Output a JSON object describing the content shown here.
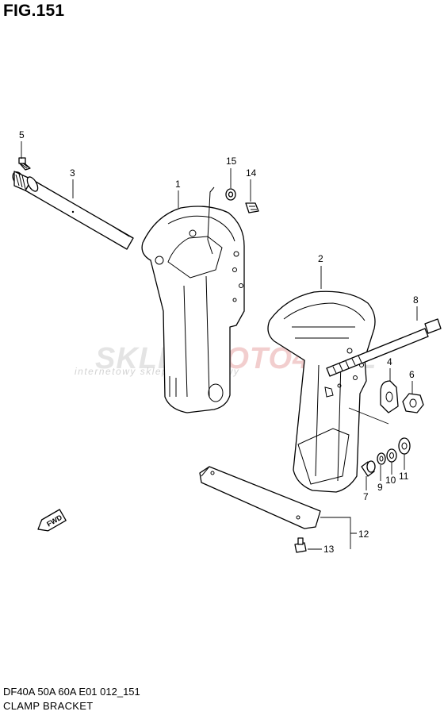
{
  "figure": {
    "title": "FIG.151"
  },
  "footer": {
    "model_code": "DF40A 50A 60A E01 012_151",
    "caption": "CLAMP BRACKET"
  },
  "watermark": {
    "brand_a": "SKLEP",
    "brand_b": "MOTO",
    "brand_c": "48",
    "brand_d": ".PL",
    "tagline": "internetowy sklep motocyklowy",
    "accent_color": "#d9534f"
  },
  "direction_badge": {
    "label": "FWD"
  },
  "callouts": [
    {
      "id": "p1",
      "text": "1"
    },
    {
      "id": "p2",
      "text": "2"
    },
    {
      "id": "p3",
      "text": "3"
    },
    {
      "id": "p4",
      "text": "4"
    },
    {
      "id": "p5",
      "text": "5"
    },
    {
      "id": "p6",
      "text": "6"
    },
    {
      "id": "p7",
      "text": "7"
    },
    {
      "id": "p8",
      "text": "8"
    },
    {
      "id": "p9",
      "text": "9"
    },
    {
      "id": "p10",
      "text": "10"
    },
    {
      "id": "p11",
      "text": "11"
    },
    {
      "id": "p12",
      "text": "12"
    },
    {
      "id": "p13",
      "text": "13"
    },
    {
      "id": "p14",
      "text": "14"
    },
    {
      "id": "p15",
      "text": "15"
    }
  ]
}
